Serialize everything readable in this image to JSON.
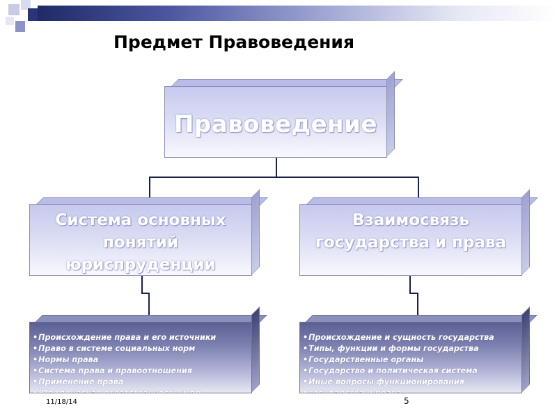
{
  "title": "Предмет Правоведения",
  "root": {
    "label": "Правоведение"
  },
  "branches": [
    {
      "label": "Система основных понятий юриспруденции",
      "items": [
        "Происхождение права и его источники",
        "Право в системе социальных норм",
        "Нормы права",
        "Система права и правоотношения",
        "Применение права",
        "Юридическая ответственность и др."
      ]
    },
    {
      "label": "Взаимосвязь государства и права",
      "items": [
        "Происхождение и сущность государства",
        "Типы, функции и формы государства",
        "Государственные органы",
        "Государство и политическая система",
        "Иные вопросы функционирования",
        "государства и права"
      ]
    }
  ],
  "footer": {
    "date": "11/18/14",
    "page": "5"
  },
  "colors": {
    "box_top": "#c7c9ee",
    "list_top": "#5b5f93",
    "connector": "#1a1f4a",
    "header_bar": "#1f2a66"
  }
}
